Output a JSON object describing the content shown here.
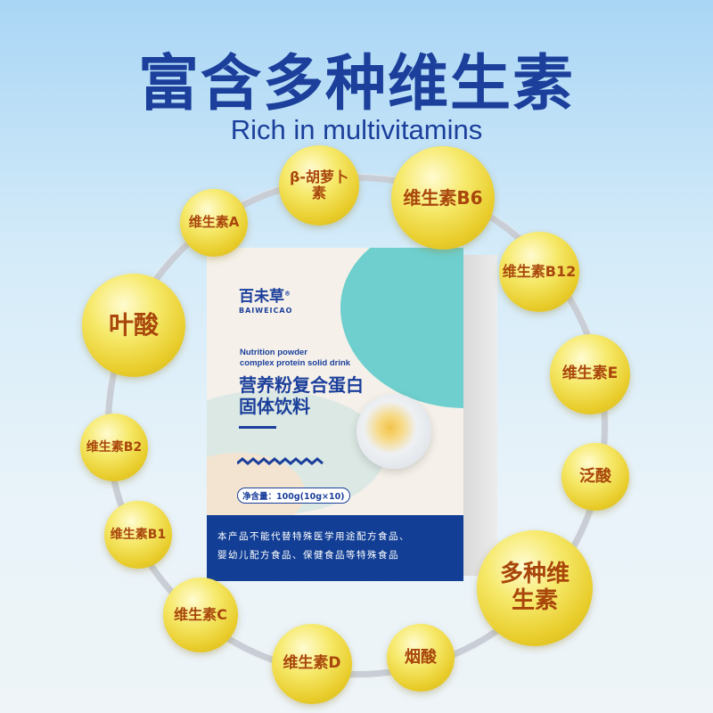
{
  "title": "富含多种维生素",
  "subtitle": "Rich in multivitamins",
  "vitamins": [
    "β-胡萝卜素",
    "维生素B6",
    "维生素A",
    "叶酸",
    "维生素B12",
    "维生素E",
    "维生素B2",
    "泛酸",
    "维生素B1",
    "多种维生素",
    "维生素C",
    "维生素D",
    "烟酸"
  ],
  "product": {
    "brand": "百未草",
    "brand_en": "BAIWEICAO",
    "registered": "®",
    "en_line1": "Nutrition powder",
    "en_line2": "complex protein solid drink",
    "cn_line1": "营养粉复合蛋白",
    "cn_line2": "固体饮料",
    "net": "净含量：100g(10g×10)",
    "notice1": "本产品不能代替特殊医学用途配方食品、",
    "notice2": "婴幼儿配方食品、保健食品等特殊食品"
  }
}
